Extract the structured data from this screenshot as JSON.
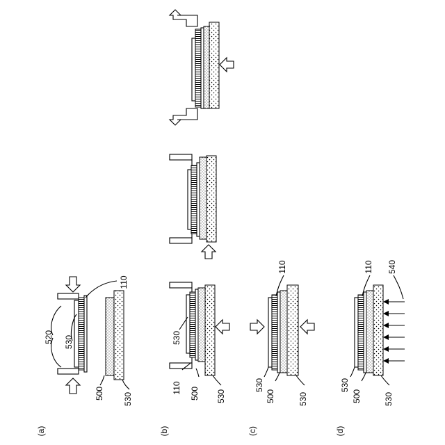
{
  "panels": [
    {
      "id": "a",
      "label": "(a)"
    },
    {
      "id": "b",
      "label": "(b)"
    },
    {
      "id": "c",
      "label": "(c)"
    },
    {
      "id": "d",
      "label": "(d)"
    }
  ],
  "refs": {
    "a": {
      "r520": "520",
      "r530_top": "530",
      "r110": "110",
      "r500": "500",
      "r530_bottom": "530"
    },
    "b": {
      "r530_top": "530",
      "r110": "110",
      "r500": "500",
      "r530_bottom": "530"
    },
    "c": {
      "r110": "110",
      "r530_left": "530",
      "r500": "500",
      "r530_right": "530"
    },
    "d": {
      "r110": "110",
      "r540": "540",
      "r530_left": "530",
      "r500": "500",
      "r530_right": "530"
    }
  }
}
